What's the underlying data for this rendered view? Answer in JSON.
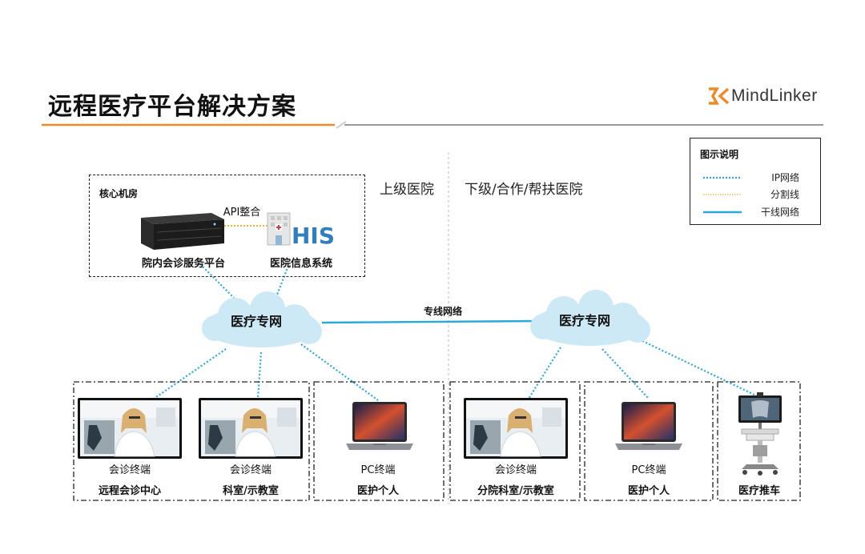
{
  "header": {
    "title": "远程医疗平台解决方案",
    "brand": "MindLinker",
    "accent_color": "#f08a24",
    "line_color": "#9a9a9a"
  },
  "legend": {
    "title": "图示说明",
    "items": [
      {
        "label": "IP网络",
        "style": "dotted",
        "color": "#2aa8d8"
      },
      {
        "label": "分割线",
        "style": "dotted",
        "color": "#e8b43c"
      },
      {
        "label": "干线网络",
        "style": "solid",
        "color": "#2aa8d8"
      }
    ]
  },
  "regions": {
    "upper": "上级医院",
    "lower": "下级/合作/帮扶医院"
  },
  "core_room": {
    "title": "核心机房",
    "api_label": "API整合",
    "server_label": "院内会诊服务平台",
    "his_label": "医院信息系统",
    "his_logo": "HIS"
  },
  "networks": {
    "left_cloud": "医疗专网",
    "right_cloud": "医疗专网",
    "link_label": "专线网络",
    "cloud_color": "#cde9f6"
  },
  "endpoints": [
    {
      "device": "会诊终端",
      "group": "远程会诊中心",
      "icon": "video-terminal-icon"
    },
    {
      "device": "会诊终端",
      "group": "科室/示教室",
      "icon": "video-terminal-icon"
    },
    {
      "device": "PC终端",
      "group": "医护个人",
      "icon": "laptop-icon"
    },
    {
      "device": "会诊终端",
      "group": "分院科室/示教室",
      "icon": "video-terminal-icon"
    },
    {
      "device": "PC终端",
      "group": "医护个人",
      "icon": "laptop-icon"
    },
    {
      "device": "",
      "group": "医疗推车",
      "icon": "medical-cart-icon"
    }
  ]
}
